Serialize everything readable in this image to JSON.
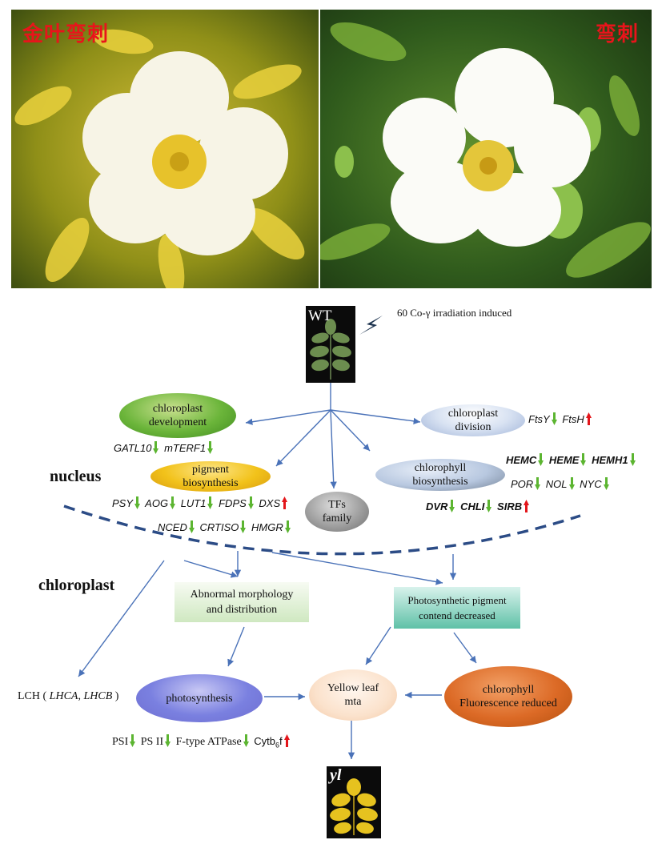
{
  "photos": {
    "left_label": "金叶弯刺",
    "right_label": "弯刺"
  },
  "wt": {
    "label": "WT",
    "irradiation": "60 Co-γ irradiation induced"
  },
  "regions": {
    "nucleus": "nucleus",
    "chloroplast": "chloroplast"
  },
  "nodes": {
    "chloroplast_development": "chloroplast development",
    "chloroplast_division": "chloroplast division",
    "pigment_biosynthesis": "pigment biosynthesis",
    "chlorophyll_biosynthesis": "chlorophyll biosynthesis",
    "tfs_family": "TFs family",
    "abnormal_morphology": "Abnormal morphology and distribution",
    "photosynthetic_pigment": "Photosynthetic pigment contend decreased",
    "photosynthesis": "photosynthesis",
    "yellow_leaf": "Yellow leaf mta",
    "chlorophyll_fluorescence": "chlorophyll Fluorescence reduced"
  },
  "genes": {
    "GATL10": "GATL10",
    "mTERF1": "mTERF1",
    "FtsY": "FtsY",
    "FtsH": "FtsH",
    "PSY": "PSY",
    "AOG": "AOG",
    "LUT1": "LUT1",
    "FDPS": "FDPS",
    "DXS": "DXS",
    "NCED": "NCED",
    "CRTISO": "CRTISO",
    "HMGR": "HMGR",
    "HEMC": "HEMC",
    "HEME": "HEME",
    "HEMH1": "HEMH1",
    "POR": "POR",
    "NOL": "NOL",
    "NYC": "NYC",
    "DVR": "DVR",
    "CHLI": "CHLI",
    "SIRB": "SIRB"
  },
  "lch": {
    "prefix": "LCH (",
    "gene_a": "LHCA",
    "sep": ",",
    "gene_b": "LHCB",
    "suffix": ")"
  },
  "photosystem": {
    "psi": "PSI",
    "psii": "PS II",
    "atpase": "F-type ATPase",
    "cytb": "Cytb",
    "cytb_sub": "6",
    "cytb_end": "f"
  },
  "yl": {
    "label": "yl"
  },
  "colors": {
    "down_arrow": "#5cb531",
    "up_arrow": "#e3151a",
    "flow_arrow": "#4a72b8",
    "dashed_boundary": "#2c4c86",
    "label_red": "#e8141b"
  }
}
